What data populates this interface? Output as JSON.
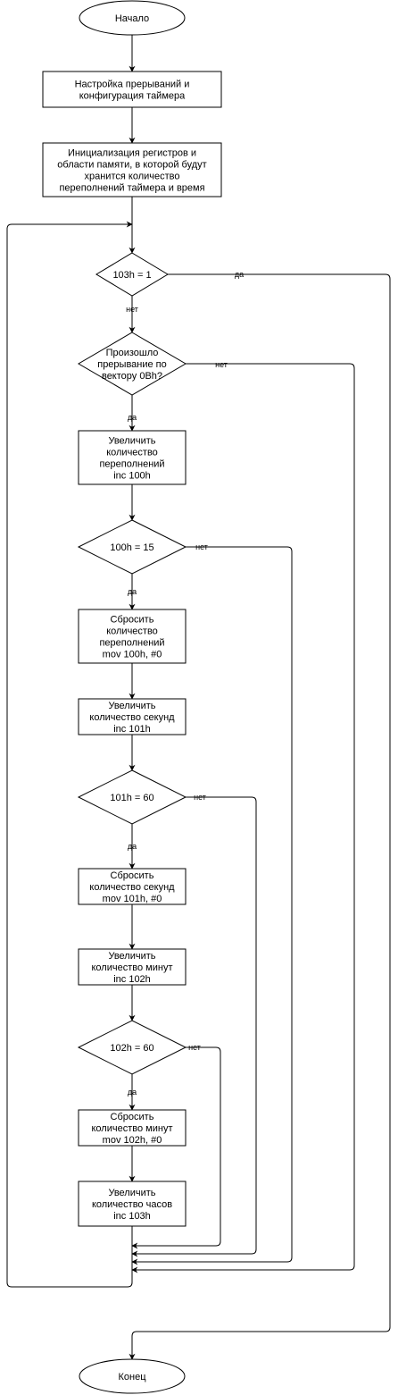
{
  "nodes": {
    "start": [
      "Начало"
    ],
    "config": [
      "Настройка прерываний и",
      "конфигурация таймера"
    ],
    "init": [
      "Инициализация регистров и",
      "области памяти, в которой будут",
      "хранится количество",
      "переполнений таймера и время"
    ],
    "d103": [
      "103h = 1"
    ],
    "dint": [
      "Произошло",
      "прерывание по",
      "вектору 0Bh?"
    ],
    "inc100": [
      "Увеличить",
      "количество",
      "переполнений",
      "inc 100h"
    ],
    "d100": [
      "100h = 15"
    ],
    "reset100": [
      "Сбросить",
      "количество",
      "переполнений",
      "mov 100h, #0"
    ],
    "inc101": [
      "Увеличить",
      "количество секунд",
      "inc 101h"
    ],
    "d101": [
      "101h = 60"
    ],
    "reset101": [
      "Сбросить",
      "количество секунд",
      "mov 101h, #0"
    ],
    "inc102": [
      "Увеличить",
      "количество минут",
      "inc 102h"
    ],
    "d102": [
      "102h = 60"
    ],
    "reset102": [
      "Сбросить",
      "количество минут",
      "mov 102h, #0"
    ],
    "inc103": [
      "Увеличить",
      "количество часов",
      "inc 103h"
    ],
    "end": [
      "Конец"
    ]
  },
  "edge_labels": {
    "d103_yes": "да",
    "d103_no": "нет",
    "dint_no": "нет",
    "dint_yes": "да",
    "d100_no": "нет",
    "d100_yes": "да",
    "d101_no": "нет",
    "d101_yes": "да",
    "d102_no": "нет",
    "d102_yes": "да"
  }
}
